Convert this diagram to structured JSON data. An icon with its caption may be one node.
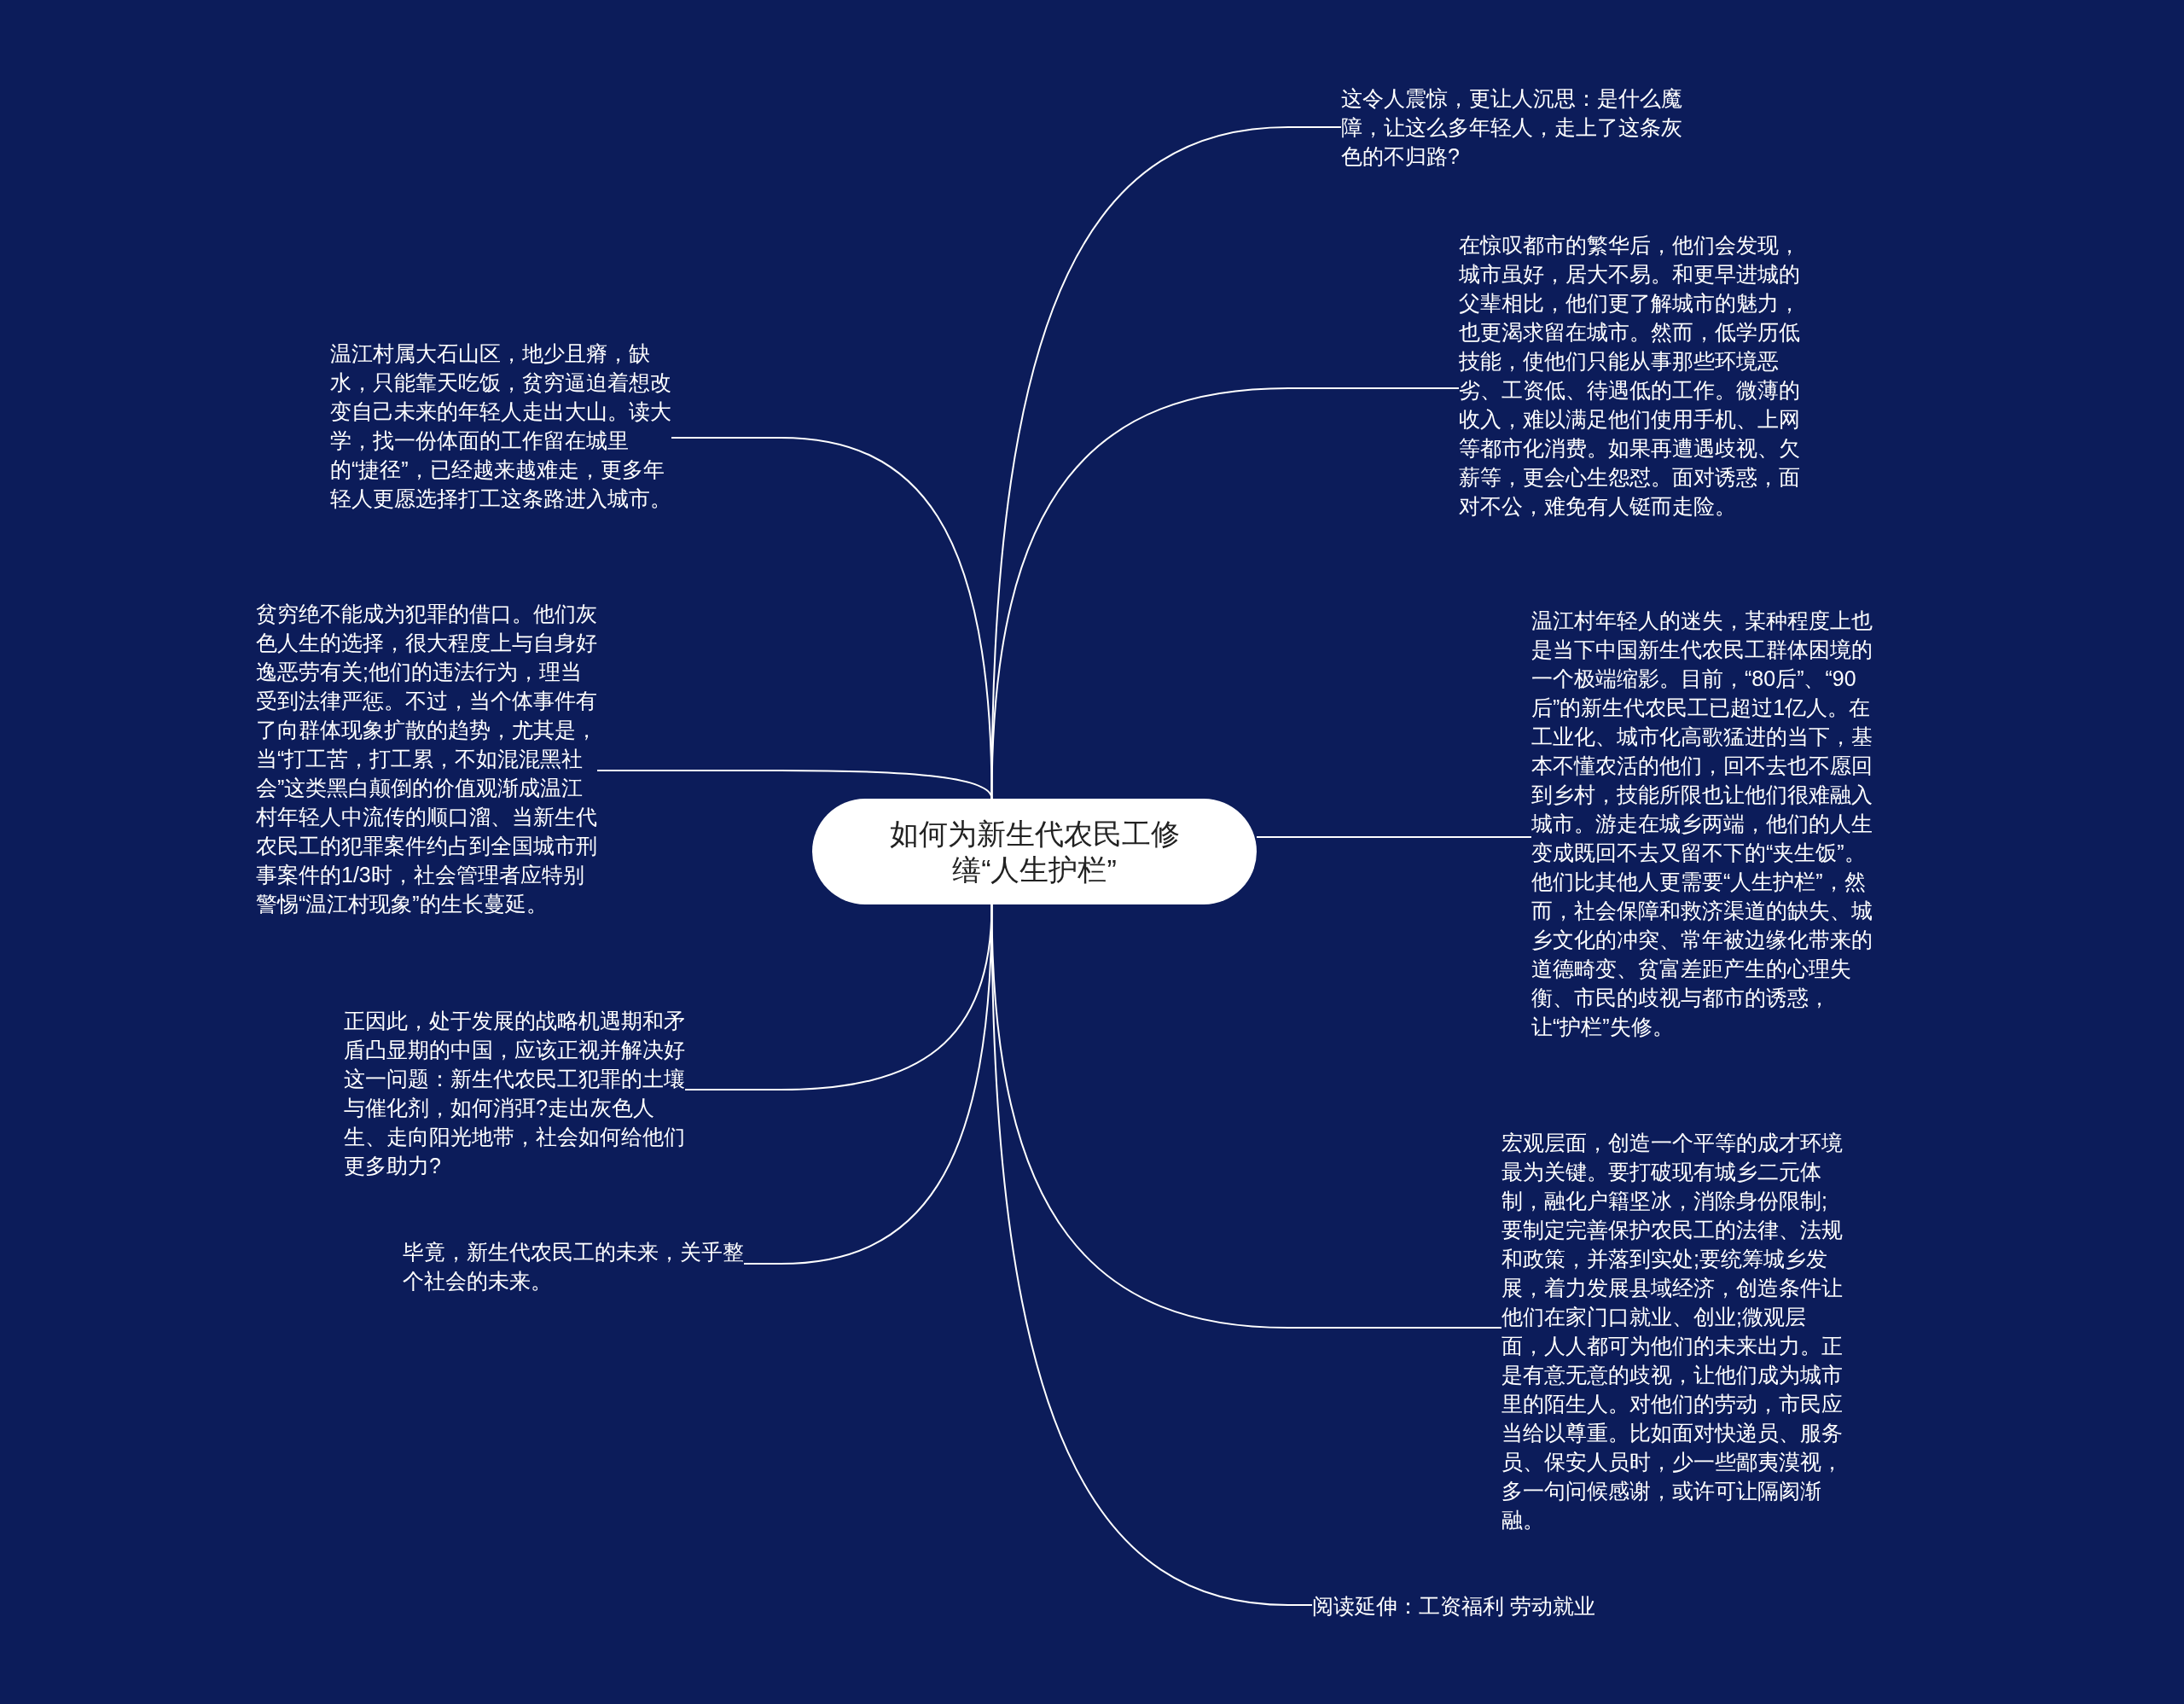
{
  "diagram": {
    "nodes": [
      {
        "text": [
          "如何为新生代农民工修缮“人生护栏”"
        ]
      },
      {
        "text": [
          "这令人震惊，更让人沉思：是什么魔障，让这么多年轻人，走上了这条灰色的不归路?"
        ]
      },
      {
        "text": [
          "在惊叹都市的繁华后，他们会发现，城市虽好，居大不易。和更早进城的父辈相比，他们更了解城市的魅力，也更渴求留在城市。然而，低学历低技能，使他们只能从事那些环境恶劣、工资低、待遇低的工作。微薄的收入，难以满足他们使用手机、上网等都市化消费。如果再遭遇歧视、欠薪等，更会心生怨怼。面对诱惑，面对不公，难免有人铤而走险。"
        ]
      },
      {
        "text": [
          "温江村年轻人的迷失，某种程度上也是当下中国新生代农民工群体困境的一个极端缩影。目前，“80后”、“90后”的新生代农民工已超过1亿人。在工业化、城市化高歌猛进的当下，基本不懂农活的他们，回不去也不愿回到乡村，技能所限也让他们很难融入城市。游走在城乡两端，他们的人生变成既回不去又留不下的“夹生饭”。他们比其他人更需要“人生护栏”，然而，社会保障和救济渠道的缺失、城乡文化的冲突、常年被边缘化带来的道德畸变、贫富差距产生的心理失衡、市民的歧视与都市的诱惑，让“护栏”失修。"
        ]
      },
      {
        "text": [
          "宏观层面，创造一个平等的成才环境最为关键。要打破现有城乡二元体制，融化户籍坚冰，消除身份限制;要制定完善保护农民工的法律、法规和政策，并落到实处;要统筹城乡发展，着力发展县域经济，创造条件让他们在家门口就业、创业;微观层面，人人都可为他们的未来出力。正是有意无意的歧视，让他们成为城市里的陌生人。对他们的劳动，市民应当给以尊重。比如面对快递员、服务员、保安人员时，少一些鄙夷漠视，多一句问候感谢，或许可让隔阂渐融。"
        ]
      },
      {
        "text": [
          "阅读延伸：工资福利 劳动就业"
        ]
      },
      {
        "text": [
          "温江村属大石山区，地少且瘠，缺水，只能靠天吃饭，贫穷逼迫着想改变自己未来的年轻人走出大山。读大学，找一份体面的工作留在城里的“捷径”，已经越来越难走，更多年轻人更愿选择打工这条路进入城市。"
        ]
      },
      {
        "text": [
          "贫穷绝不能成为犯罪的借口。他们灰色人生的选择，很大程度上与自身好逸恶劳有关;他们的违法行为，理当受到法律严惩。不过，当个体事件有了向群体现象扩散的趋势，尤其是，当“打工苦，打工累，不如混混黑社会”这类黑白颠倒的价值观渐成温江村年轻人中流传的顺口溜、当新生代农民工的犯罪案件约占到全国城市刑事案件的1/3时，社会管理者应特别警惕“温江村现象”的生长蔓延。"
        ]
      },
      {
        "text": [
          "正因此，处于发展的战略机遇期和矛盾凸显期的中国，应该正视并解决好这一问题：新生代农民工犯罪的土壤与催化剂，如何消弭?走出灰色人生、走向阳光地带，社会如何给他们更多助力?"
        ]
      },
      {
        "text": [
          "毕竟，新生代农民工的未来，关乎整个社会的未来。"
        ]
      }
    ],
    "edges": [
      {
        "from": 0,
        "to": 1,
        "arrow": "none"
      },
      {
        "from": 0,
        "to": 2,
        "arrow": "none"
      },
      {
        "from": 0,
        "to": 3,
        "arrow": "none"
      },
      {
        "from": 0,
        "to": 4,
        "arrow": "none"
      },
      {
        "from": 0,
        "to": 5,
        "arrow": "none"
      },
      {
        "from": 0,
        "to": 6,
        "arrow": "none"
      },
      {
        "from": 0,
        "to": 7,
        "arrow": "none"
      },
      {
        "from": 0,
        "to": 8,
        "arrow": "none"
      },
      {
        "from": 0,
        "to": 9,
        "arrow": "none"
      }
    ]
  }
}
